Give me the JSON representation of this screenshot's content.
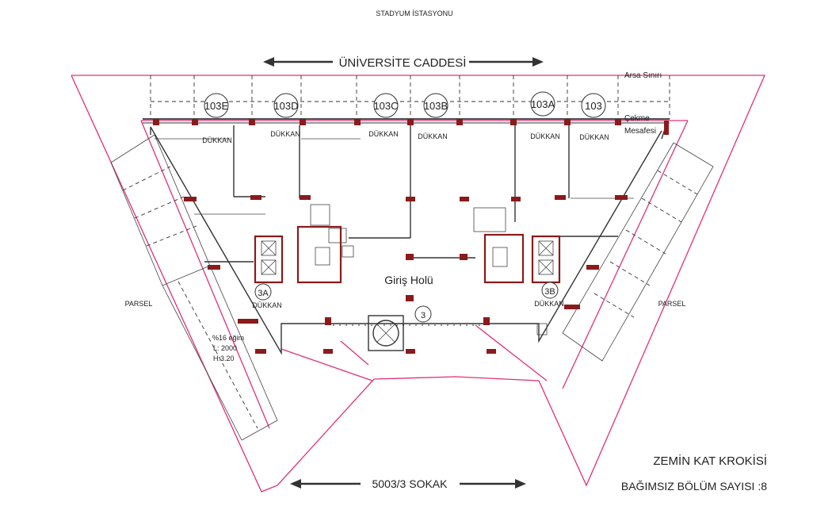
{
  "header": {
    "station": "STADYUM İSTASYONU"
  },
  "streets": {
    "north": "ÜNİVERSİTE CADDESİ",
    "south": "5003/3 SOKAK"
  },
  "boundary_labels": {
    "plot_limit": "Arsa Sınırı",
    "setback_line1": "Çekme",
    "setback_line2": "Mesafesi"
  },
  "units": [
    {
      "id": "103E",
      "type": "DÜKKAN"
    },
    {
      "id": "103D",
      "type": "DÜKKAN"
    },
    {
      "id": "103C",
      "type": "DÜKKAN"
    },
    {
      "id": "103B",
      "type": "DÜKKAN"
    },
    {
      "id": "103A",
      "type": "DÜKKAN"
    },
    {
      "id": "103",
      "type": "DÜKKAN"
    },
    {
      "id": "3A",
      "type": "DÜKKAN"
    },
    {
      "id": "3B",
      "type": "DÜKKAN"
    }
  ],
  "lobby": {
    "label": "Giriş Holü",
    "id": "3"
  },
  "parcels": {
    "left": "PARSEL",
    "right": "PARSEL"
  },
  "ramp": {
    "slope": "%16 eğim",
    "length": "L: 2000",
    "height": "H:3.20"
  },
  "footer": {
    "title": "ZEMİN KAT KROKİSİ",
    "count": "BAĞIMSIZ BÖLÜM SAYISI :8"
  },
  "colors": {
    "plot_boundary": "#e0307a",
    "structure": "#8b1a1a",
    "lines": "#333333"
  }
}
